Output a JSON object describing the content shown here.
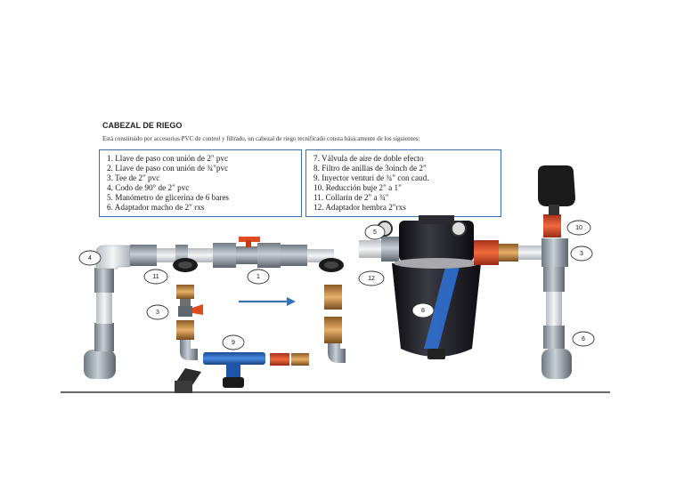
{
  "header": {
    "title": "CABEZAL DE RIEGO",
    "subtitle": "Está constituido por accesorios PVC de control y filtrado, un cabezal de riego tecnificado consta básicamente de los siguientes:"
  },
  "legend_left": [
    "1.  Llave de paso con unión de 2\" pvc",
    "2.  Llave de paso con unión de ¾\"pvc",
    "3.  Tee de 2\" pvc",
    "4.  Codo de 90° de 2\" pvc",
    "5.  Manómetro de glicerina de 6 bares",
    "6.  Adaptador macho de 2\" rxs"
  ],
  "legend_right": [
    "7.  Válvula de aire de doble efecto",
    "8.  Filtro de anillas de 3oinch de 2\"",
    "9.  Inyector venturi de ¾\" con caud.",
    "10.        Reducción  buje 2\" a 1\"",
    "11. Collarín de 2\" a ¾\"",
    "12. Adaptador hembra 2\"rxs"
  ],
  "callouts": [
    "4",
    "1",
    "11",
    "3",
    "9",
    "12",
    "5",
    "8",
    "10",
    "3",
    "6"
  ],
  "colors": {
    "box_border": "#3a6fb0",
    "pvc_gray": "#9aa3ad",
    "valve_red": "#e04a1f",
    "filter_black": "#1b1b22",
    "venturi_blue": "#2a62b8",
    "brass": "#c98a3e"
  }
}
